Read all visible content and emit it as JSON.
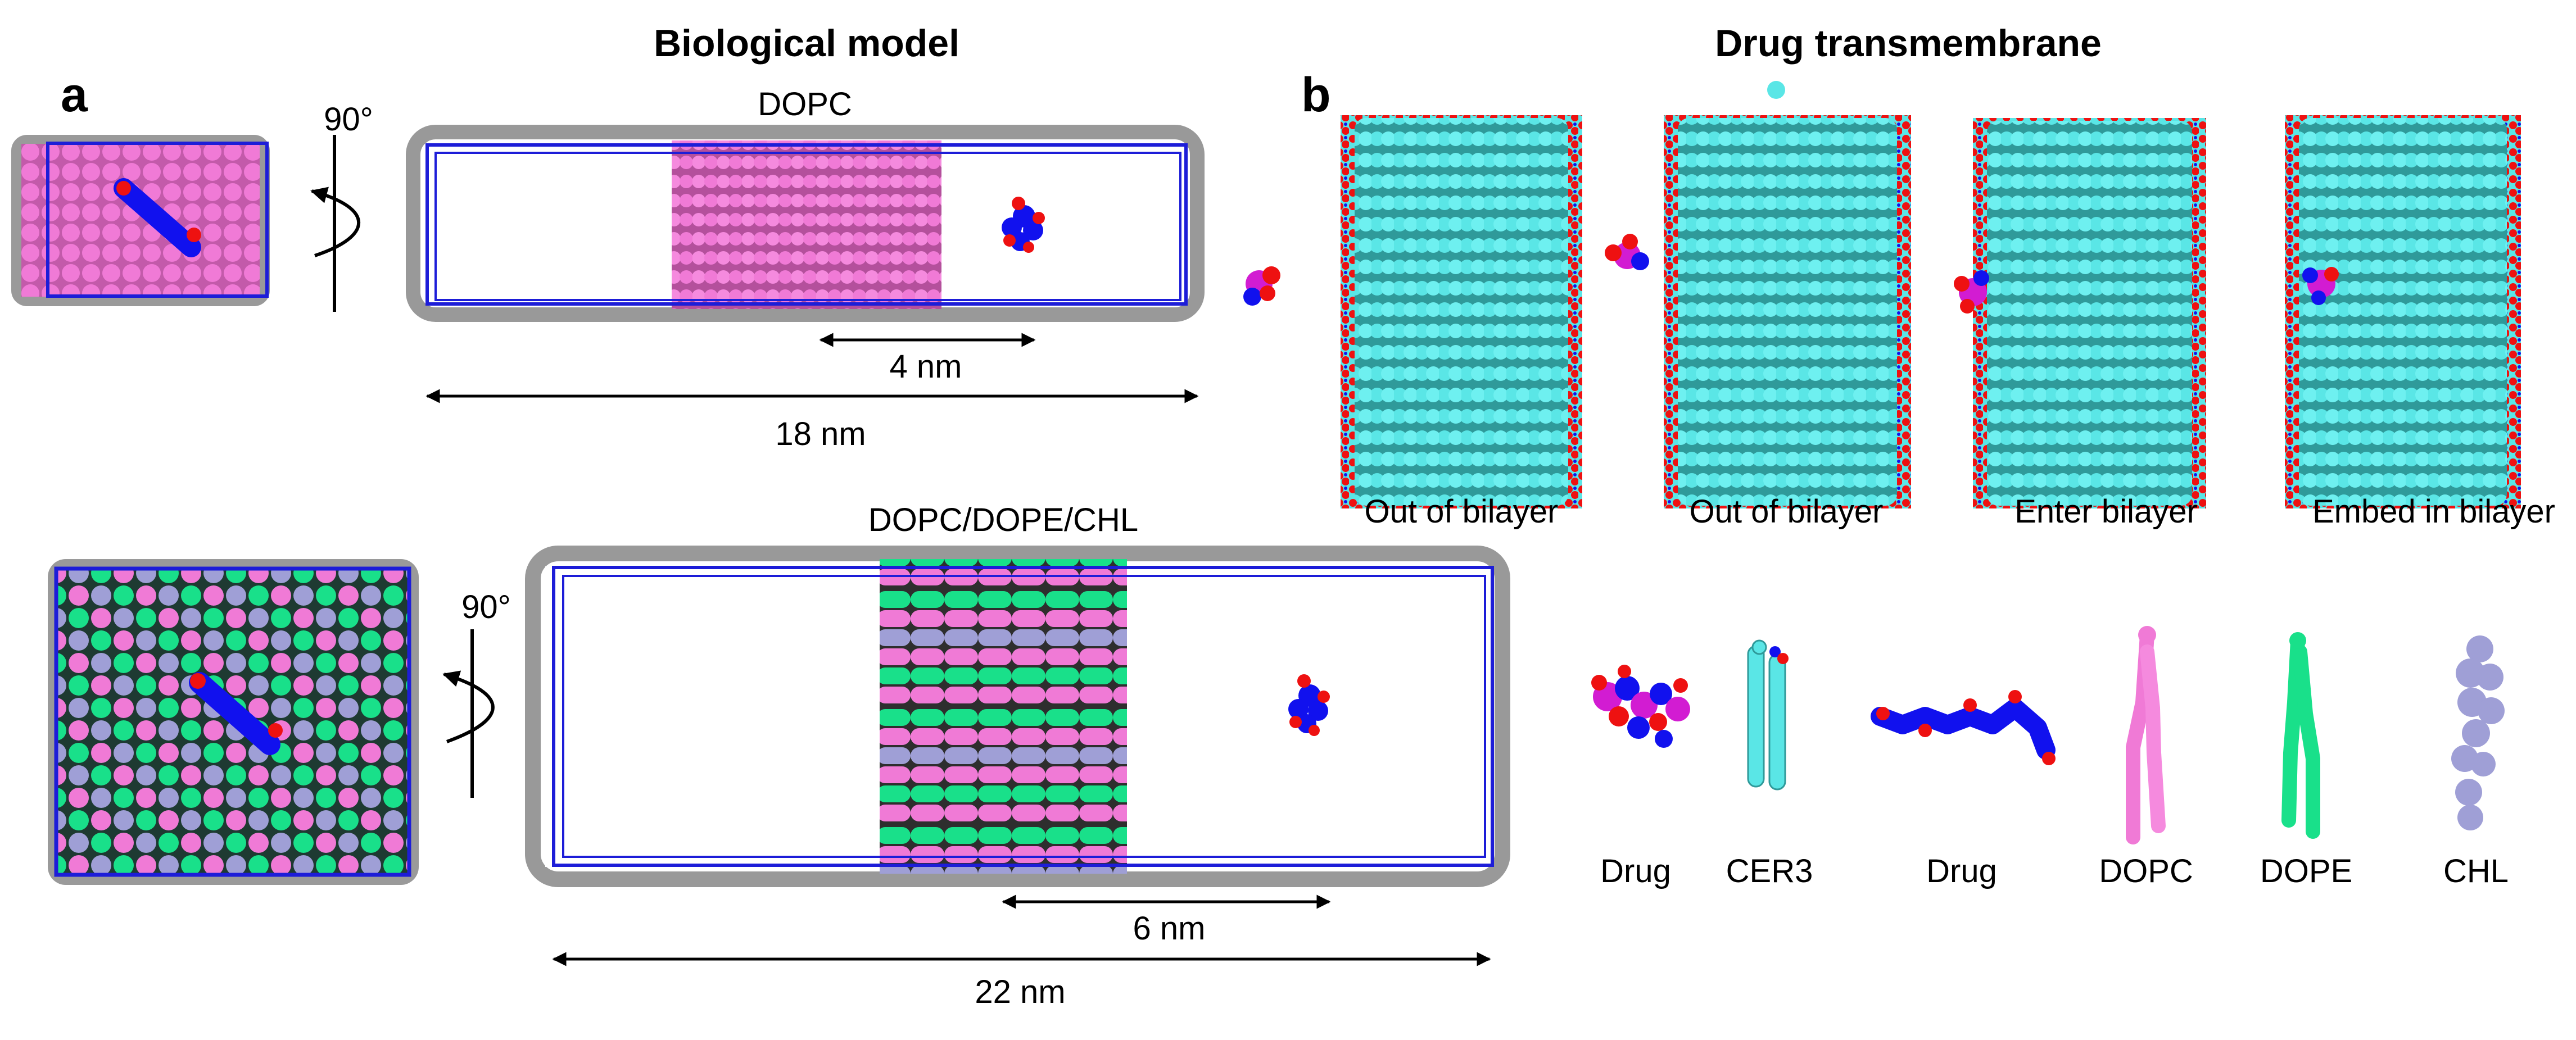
{
  "titles": {
    "left": "Biological model",
    "right": "Drug transmembrane"
  },
  "panel_labels": {
    "a": "a",
    "b": "b"
  },
  "top_system": {
    "label": "DOPC",
    "rotation": "90°",
    "bilayer_width": "4 nm",
    "box_length": "18 nm"
  },
  "bottom_system": {
    "label": "DOPC/DOPE/CHL",
    "rotation": "90°",
    "bilayer_width": "6 nm",
    "box_length": "22 nm"
  },
  "transmembrane_stages": [
    "Out of bilayer",
    "Out of bilayer",
    "Enter bilayer",
    "Embed in bilayer"
  ],
  "legend": [
    {
      "label": "Drug",
      "icon": "drug-cluster-icon"
    },
    {
      "label": "CER3",
      "icon": "cer3-molecule-icon"
    },
    {
      "label": "Drug",
      "icon": "drug-chain-icon"
    },
    {
      "label": "DOPC",
      "icon": "dopc-molecule-icon"
    },
    {
      "label": "DOPE",
      "icon": "dope-molecule-icon"
    },
    {
      "label": "CHL",
      "icon": "chl-molecule-icon"
    }
  ],
  "colors": {
    "dopc": "#f07ad6",
    "dope": "#19e08a",
    "chl": "#9f9fd6",
    "cer3": "#5ae6e6",
    "oxygen": "#ee1111",
    "nitrogen": "#1111ee",
    "drug_magenta": "#d21cd2",
    "box_blue": "#1d1dd8",
    "shell_gray": "#8c8c8c"
  }
}
